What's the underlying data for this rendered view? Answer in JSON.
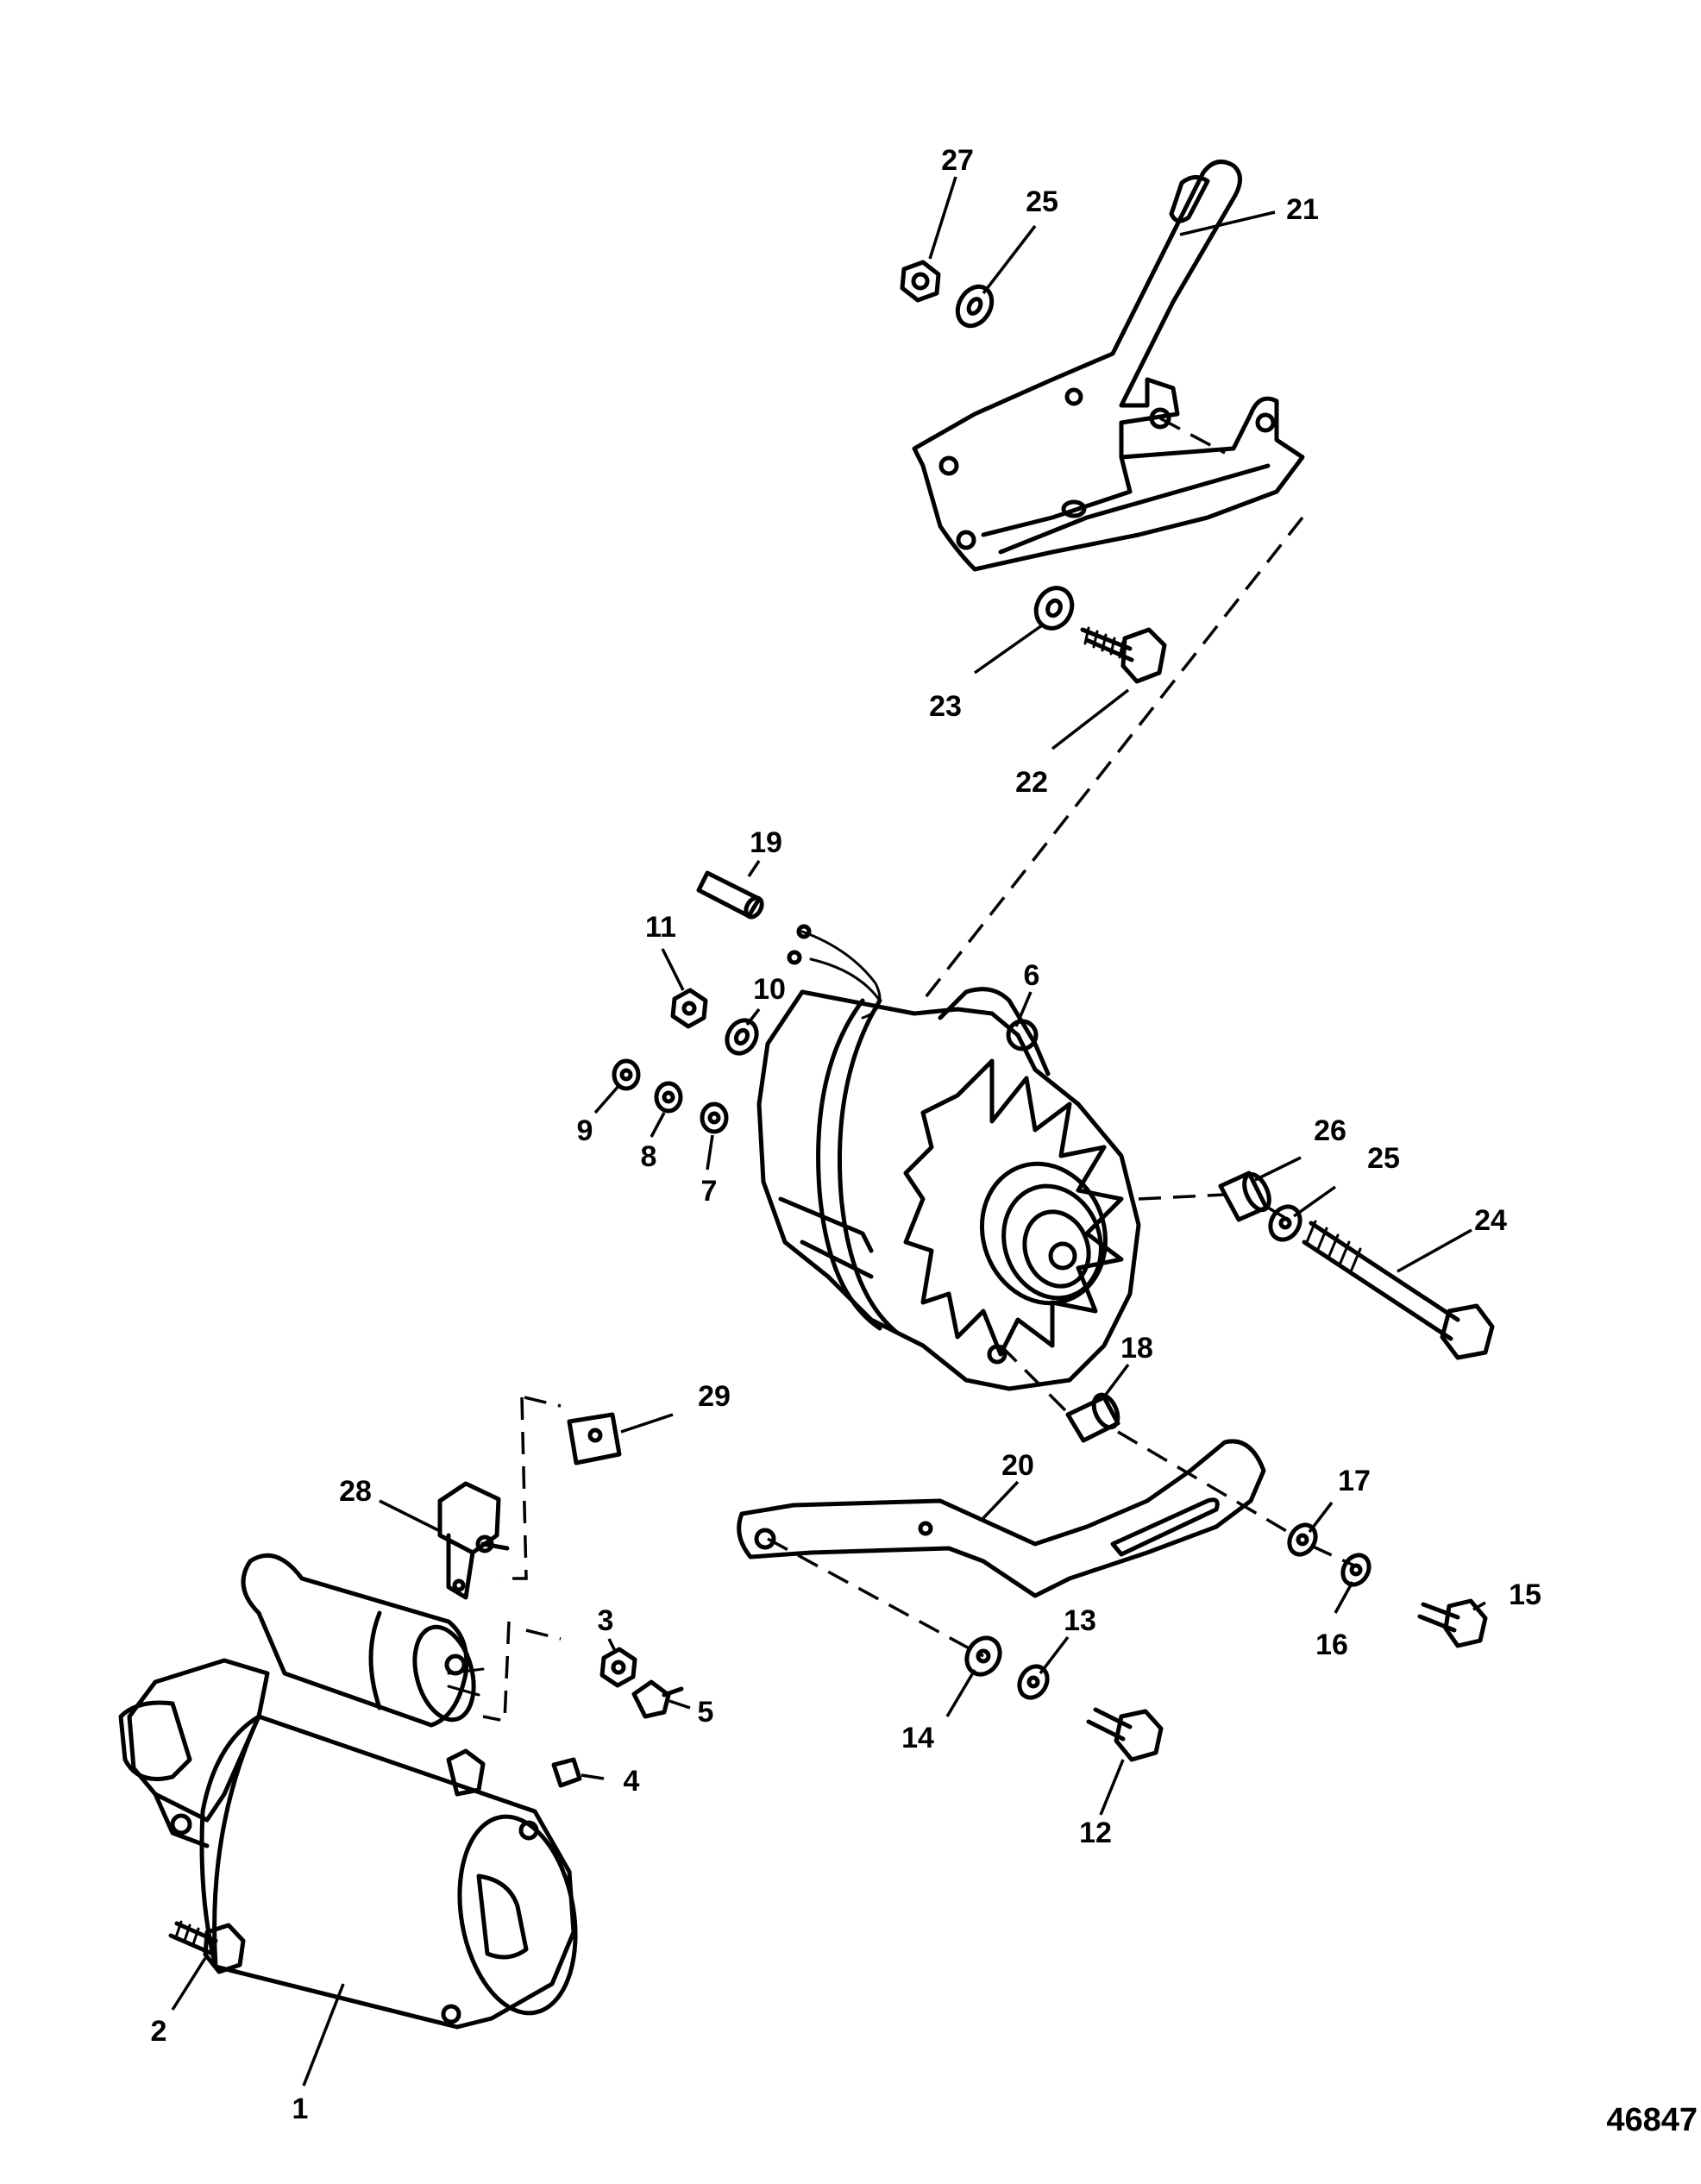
{
  "callouts": {
    "c1": "1",
    "c2": "2",
    "c3": "3",
    "c4": "4",
    "c5": "5",
    "c6": "6",
    "c7": "7",
    "c8": "8",
    "c9": "9",
    "c10": "10",
    "c11": "11",
    "c12": "12",
    "c13": "13",
    "c14": "14",
    "c15": "15",
    "c16": "16",
    "c17": "17",
    "c18": "18",
    "c19": "19",
    "c20": "20",
    "c21": "21",
    "c22": "22",
    "c23": "23",
    "c24": "24",
    "c25a": "25",
    "c25b": "25",
    "c26": "26",
    "c27": "27",
    "c28": "28",
    "c29": "29"
  },
  "document_number": "46847"
}
